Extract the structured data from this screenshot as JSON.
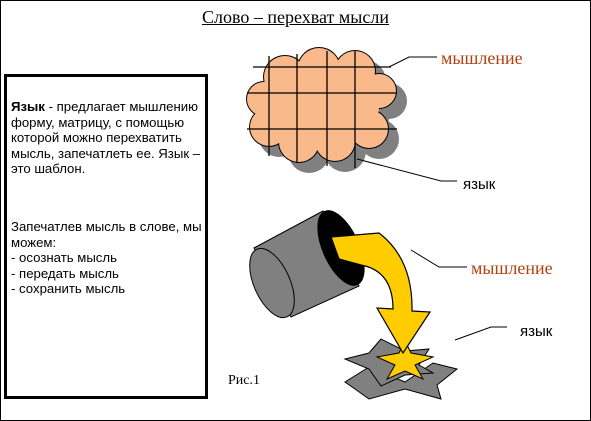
{
  "slide": {
    "title": "Слово – перехват мысли",
    "text_box": {
      "term": "Язык",
      "definition": " - предлагает мышлению форму, матрицу, с помощью которой можно перехватить мысль, запечатлеть ее. Язык – это шаблон.",
      "intro": "Запечатлев мысль в слове, мы можем:",
      "bullets": [
        "- осознать мысль",
        "- передать мысль",
        "- сохранить мысль"
      ]
    }
  },
  "diagram": {
    "top_label_thinking": "мышление",
    "top_label_language": "язык",
    "bottom_label_thinking": "мышление",
    "bottom_label_language": "язык",
    "caption": "Рис.1",
    "colors": {
      "cloud_fill": "#f9b98a",
      "shadow": "#808080",
      "bucket": "#808080",
      "arrow": "#ffcc00",
      "star": "#ffcc00",
      "label_red": "#b4400f"
    }
  }
}
